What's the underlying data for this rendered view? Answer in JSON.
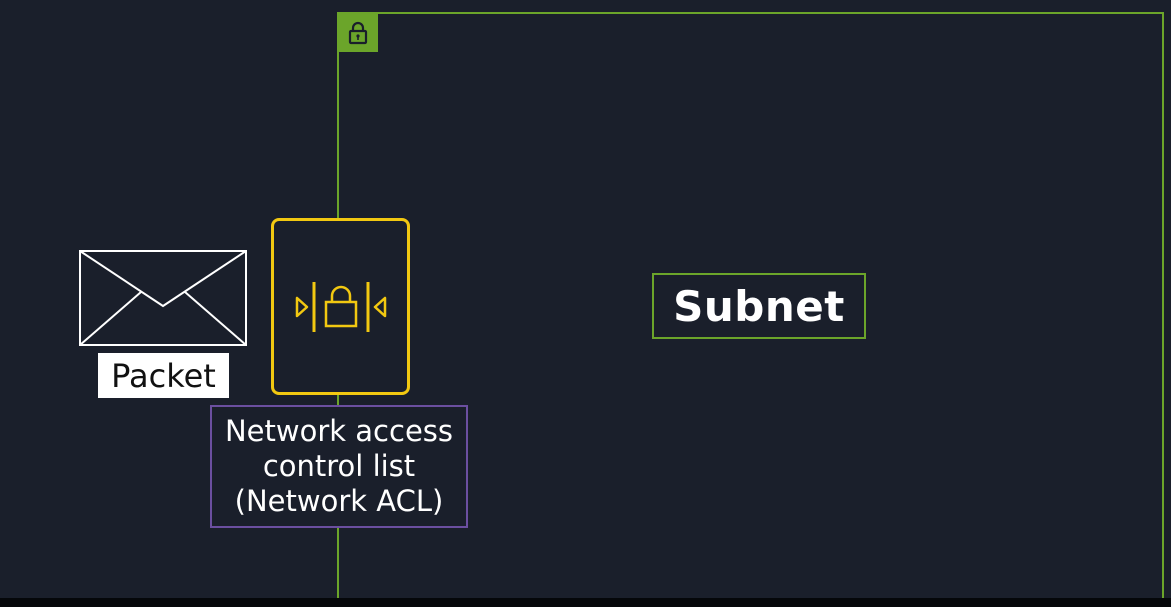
{
  "diagram": {
    "subnet": {
      "label": "Subnet",
      "icon": "lock-icon",
      "color": "#6ba52a"
    },
    "packet": {
      "label": "Packet",
      "icon": "envelope-icon"
    },
    "network_acl": {
      "icon": "network-acl-lock-icon",
      "color": "#f2c811",
      "label_lines": [
        "Network access",
        "control list",
        "(Network ACL)"
      ],
      "label_border_color": "#6b4fa0"
    },
    "background_color": "#1a1f2b"
  }
}
